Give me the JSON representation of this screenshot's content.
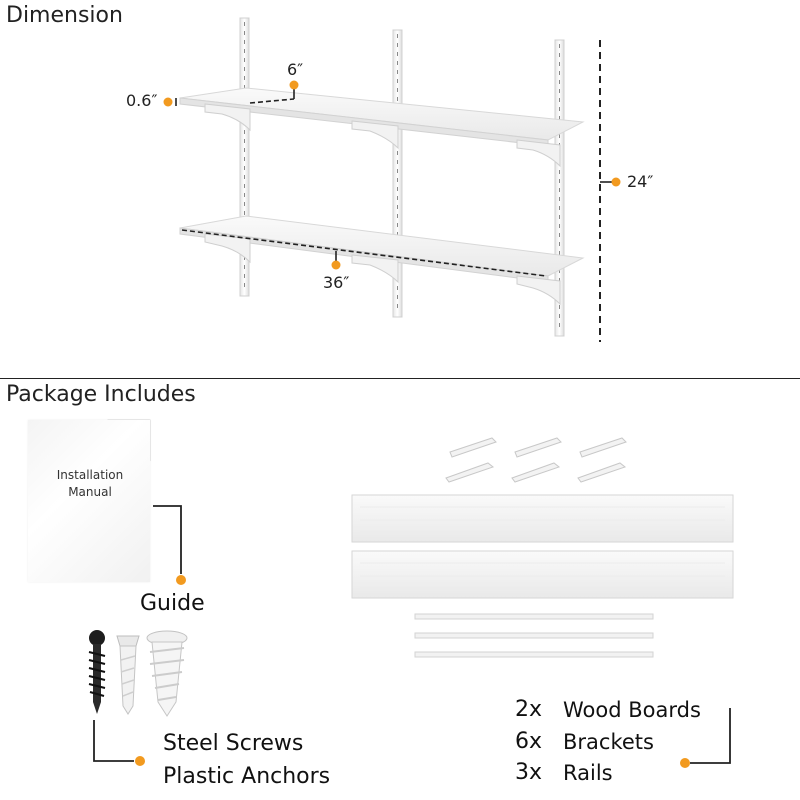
{
  "dimension": {
    "title": "Dimension",
    "labels": {
      "thickness": "0.6″",
      "depth": "6″",
      "height": "24″",
      "width": "36″"
    }
  },
  "package": {
    "title": "Package Includes",
    "manual_text": "Installation Manual",
    "guide_label": "Guide",
    "hardware_label_1": "Steel Screws",
    "hardware_label_2": "Plastic Anchors",
    "items": [
      {
        "qty": "2x",
        "name": "Wood Boards"
      },
      {
        "qty": "6x",
        "name": "Brackets"
      },
      {
        "qty": "3x",
        "name": "Rails"
      }
    ]
  },
  "colors": {
    "accent": "#F29A1F",
    "line": "#222222",
    "shelf": "#f6f6f6",
    "shelf_edge": "#d9d9d9"
  }
}
